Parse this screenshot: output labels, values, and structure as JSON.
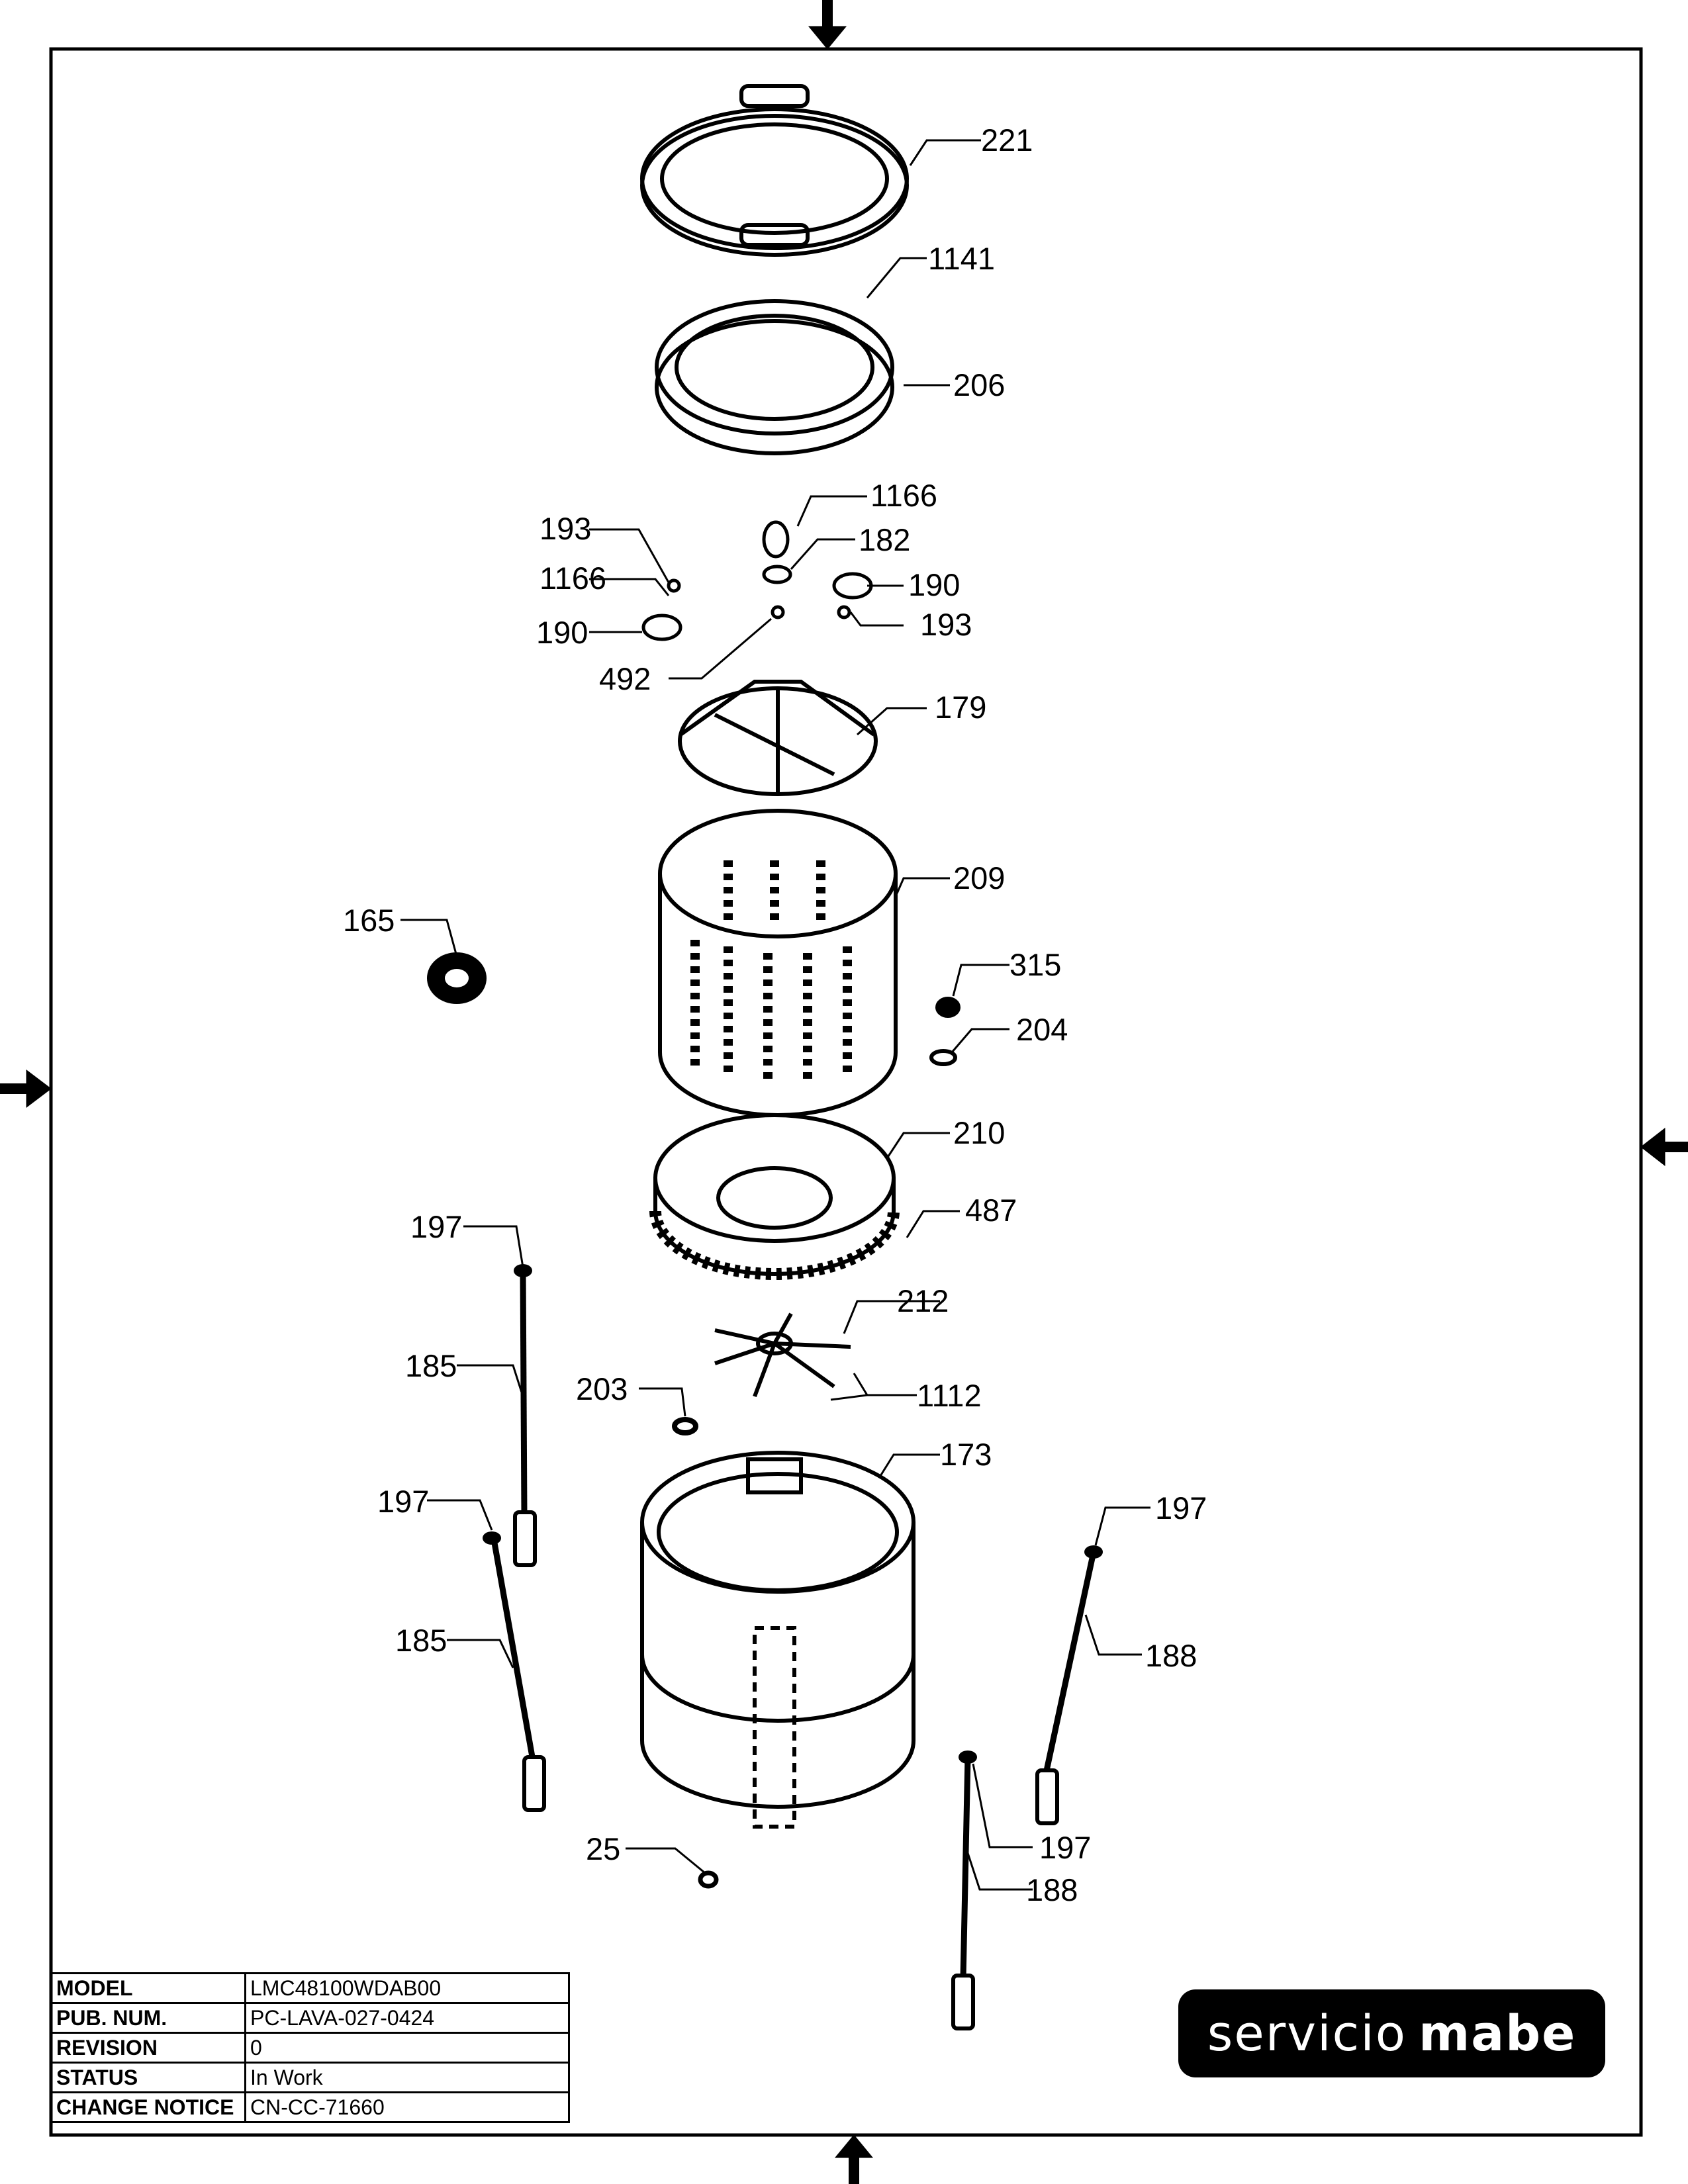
{
  "callouts": [
    "221",
    "1141",
    "206",
    "1166",
    "182",
    "193",
    "1166",
    "190",
    "190",
    "193",
    "492",
    "179",
    "209",
    "165",
    "315",
    "204",
    "210",
    "487",
    "197",
    "212",
    "185",
    "203",
    "1112",
    "173",
    "197",
    "197",
    "185",
    "188",
    "197",
    "25",
    "188"
  ],
  "info_table": [
    {
      "key": "MODEL",
      "value": "LMC48100WDAB00"
    },
    {
      "key": "PUB. NUM.",
      "value": "PC-LAVA-027-0424"
    },
    {
      "key": "REVISION",
      "value": "0"
    },
    {
      "key": "STATUS",
      "value": "In Work"
    },
    {
      "key": "CHANGE NOTICE",
      "value": "CN-CC-71660"
    }
  ],
  "logo": {
    "light": "servicio",
    "bold": "mabe"
  }
}
